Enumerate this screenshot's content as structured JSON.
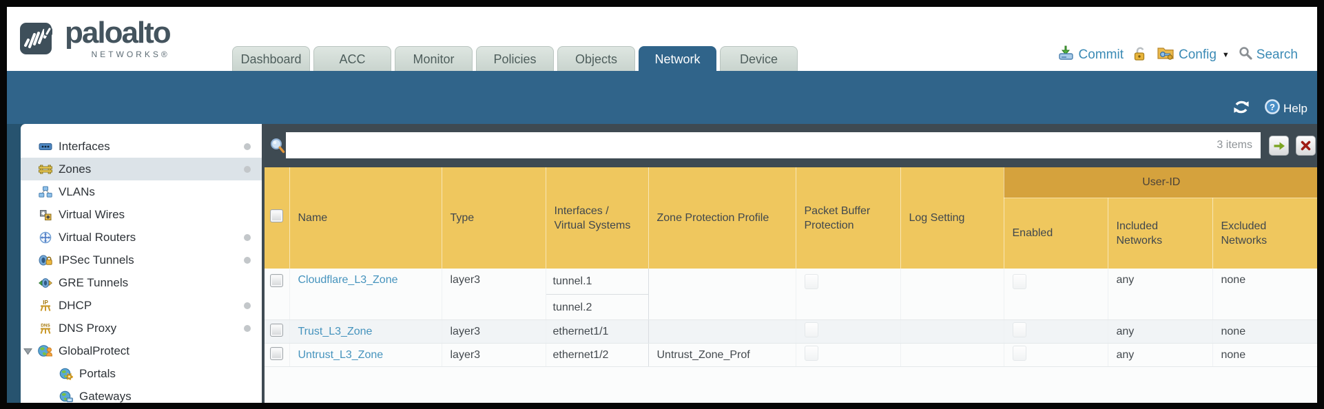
{
  "brand": {
    "name": "paloalto",
    "sub": "NETWORKS®"
  },
  "tabs": [
    {
      "label": "Dashboard"
    },
    {
      "label": "ACC"
    },
    {
      "label": "Monitor"
    },
    {
      "label": "Policies"
    },
    {
      "label": "Objects"
    },
    {
      "label": "Network"
    },
    {
      "label": "Device"
    }
  ],
  "active_tab": "Network",
  "top_actions": {
    "commit": "Commit",
    "config": "Config",
    "search": "Search"
  },
  "toolbar": {
    "help": "Help"
  },
  "sidebar": {
    "selected": "Zones",
    "items": [
      {
        "label": "Interfaces"
      },
      {
        "label": "Zones"
      },
      {
        "label": "VLANs"
      },
      {
        "label": "Virtual Wires"
      },
      {
        "label": "Virtual Routers"
      },
      {
        "label": "IPSec Tunnels"
      },
      {
        "label": "GRE Tunnels"
      },
      {
        "label": "DHCP"
      },
      {
        "label": "DNS Proxy"
      },
      {
        "label": "GlobalProtect"
      },
      {
        "label": "Portals"
      },
      {
        "label": "Gateways"
      }
    ]
  },
  "filter": {
    "query": "",
    "items_count": "3 items"
  },
  "table": {
    "group_header": "User-ID",
    "columns": [
      "Name",
      "Type",
      "Interfaces / Virtual Systems",
      "Zone Protection Profile",
      "Packet Buffer Protection",
      "Log Setting",
      "Enabled",
      "Included Networks",
      "Excluded Networks"
    ],
    "rows": [
      {
        "name": "Cloudflare_L3_Zone",
        "type": "layer3",
        "interfaces": [
          "tunnel.1",
          "tunnel.2"
        ],
        "zone_protection_profile": "",
        "packet_buffer_protection": false,
        "log_setting": "",
        "user_id_enabled": false,
        "included_networks": "any",
        "excluded_networks": "none"
      },
      {
        "name": "Trust_L3_Zone",
        "type": "layer3",
        "interfaces": [
          "ethernet1/1"
        ],
        "zone_protection_profile": "",
        "packet_buffer_protection": false,
        "log_setting": "",
        "user_id_enabled": false,
        "included_networks": "any",
        "excluded_networks": "none"
      },
      {
        "name": "Untrust_L3_Zone",
        "type": "layer3",
        "interfaces": [
          "ethernet1/2"
        ],
        "zone_protection_profile": "Untrust_Zone_Prof",
        "packet_buffer_protection": false,
        "log_setting": "",
        "user_id_enabled": false,
        "included_networks": "any",
        "excluded_networks": "none"
      }
    ]
  },
  "colors": {
    "teal": "#30648a",
    "slate": "#3e4a52",
    "amber": "#efc75e",
    "amber_dark": "#d5a23d",
    "link": "#4593bd"
  }
}
